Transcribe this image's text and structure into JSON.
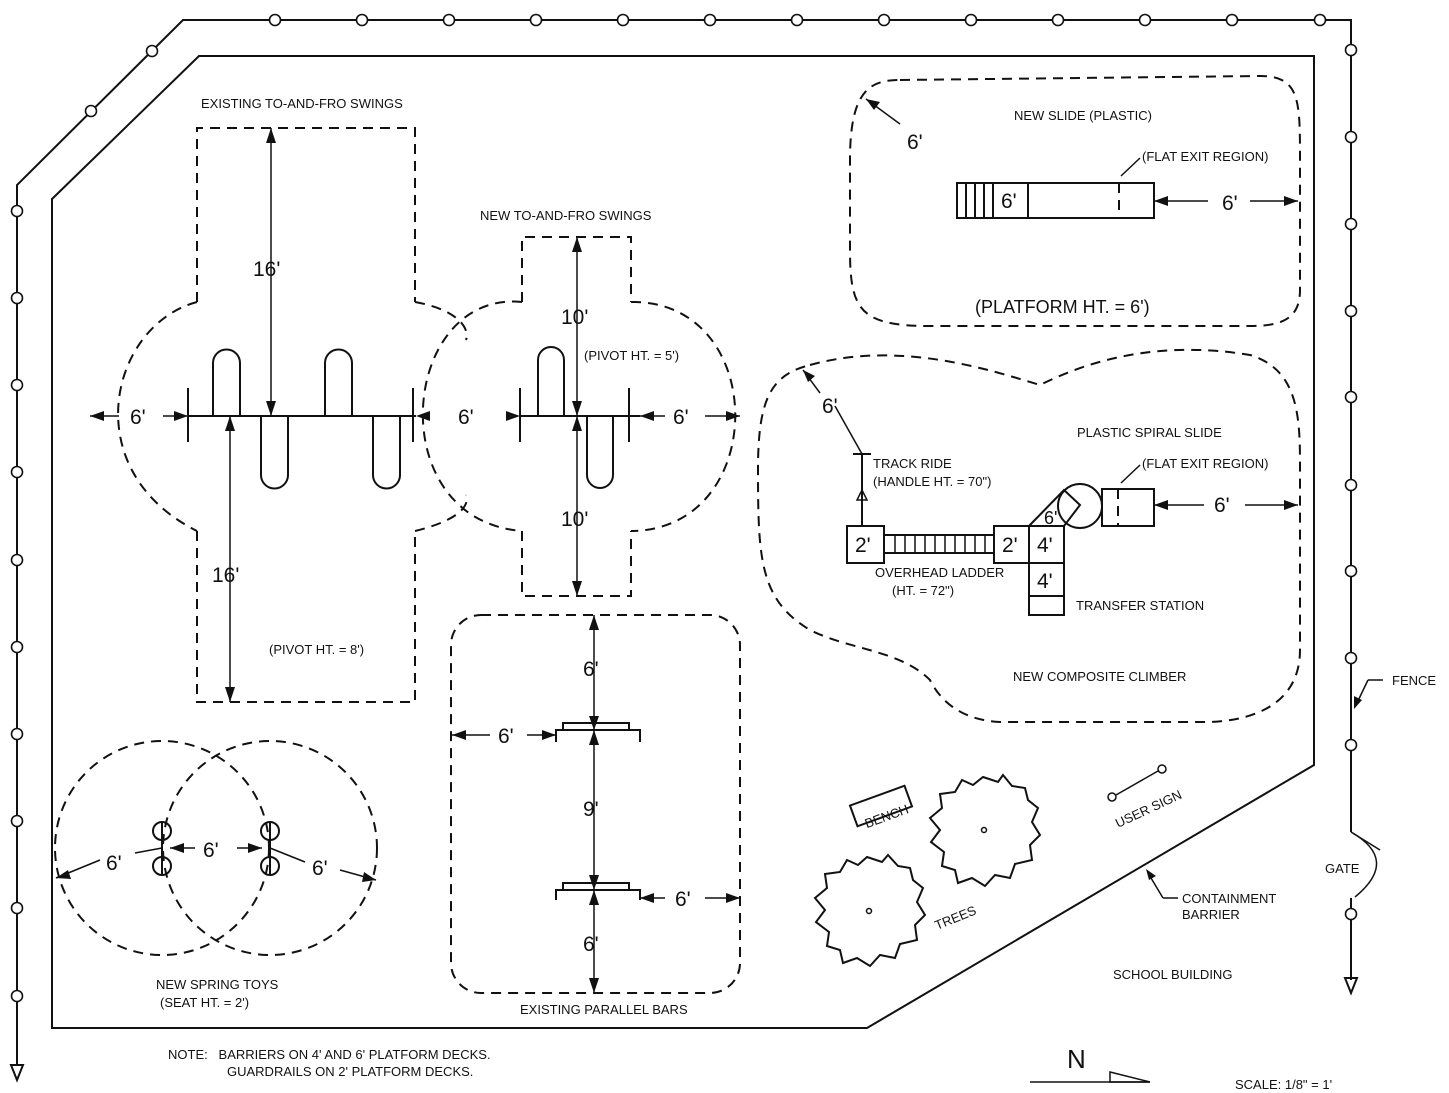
{
  "labels": {
    "existing_swings": "EXISTING TO-AND-FRO SWINGS",
    "new_swings": "NEW TO-AND-FRO SWINGS",
    "new_slide": "NEW SLIDE (PLASTIC)",
    "flat_exit_1": "(FLAT EXIT REGION)",
    "flat_exit_2": "(FLAT EXIT REGION)",
    "platform_ht": "(PLATFORM HT. = 6')",
    "pivot_ht_5": "(PIVOT HT. = 5')",
    "pivot_ht_8": "(PIVOT HT. = 8')",
    "plastic_spiral_slide": "PLASTIC SPIRAL SLIDE",
    "track_ride": "TRACK RIDE",
    "handle_ht": "(HANDLE HT. = 70\")",
    "overhead_ladder": "OVERHEAD LADDER",
    "ladder_ht": "(HT. = 72\")",
    "transfer_station": "TRANSFER STATION",
    "new_composite_climber": "NEW COMPOSITE CLIMBER",
    "fence": "FENCE",
    "gate": "GATE",
    "bench": "BENCH",
    "user_sign": "USER SIGN",
    "trees": "TREES",
    "containment_barrier_1": "CONTAINMENT",
    "containment_barrier_2": "BARRIER",
    "school_building": "SCHOOL BUILDING",
    "spring_toys": "NEW SPRING TOYS",
    "seat_ht": "(SEAT HT. = 2')",
    "parallel_bars": "EXISTING PARALLEL BARS",
    "note_1": "NOTE:   BARRIERS ON 4' AND 6' PLATFORM DECKS.",
    "note_2": "GUARDRAILS ON 2' PLATFORM DECKS.",
    "north": "N",
    "scale": "SCALE:  1/8\" = 1'"
  },
  "dims": {
    "six": "6'",
    "ten": "10'",
    "sixteen": "16'",
    "nine": "9'",
    "two": "2'",
    "four": "4'"
  }
}
